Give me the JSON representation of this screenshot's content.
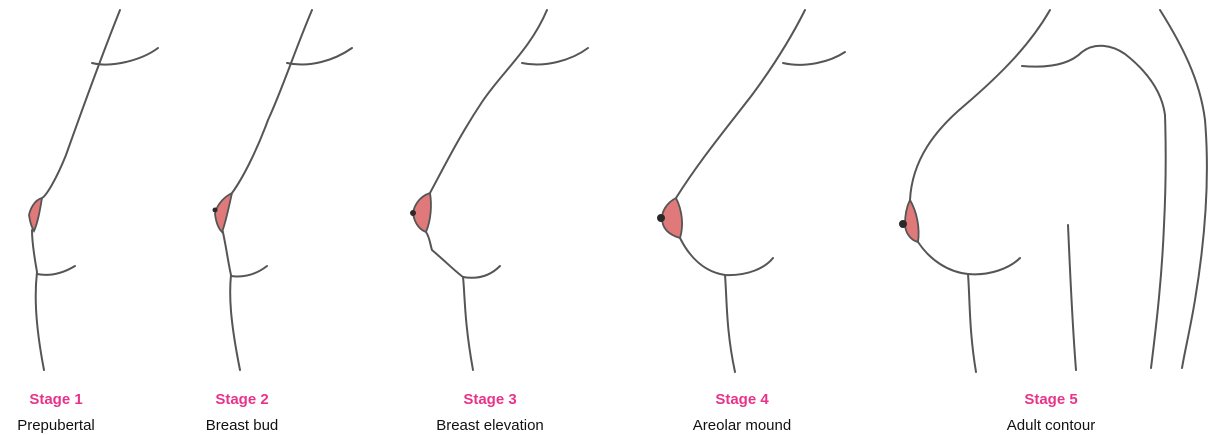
{
  "colors": {
    "stage_label": "#e8338a",
    "areola": "#e07a7a",
    "outline": "#555555",
    "nipple": "#2a2a2a"
  },
  "stages": [
    {
      "label": "Stage 1",
      "description": "Prepubertal"
    },
    {
      "label": "Stage 2",
      "description": "Breast bud"
    },
    {
      "label": "Stage 3",
      "description": "Breast elevation"
    },
    {
      "label": "Stage 4",
      "description": "Areolar mound"
    },
    {
      "label": "Stage 5",
      "description": "Adult contour"
    }
  ]
}
